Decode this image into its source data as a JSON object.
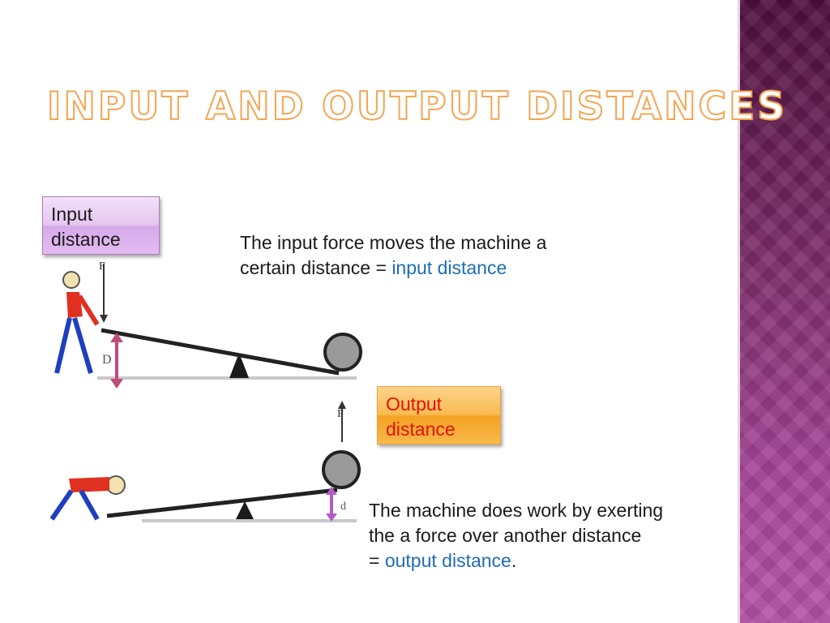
{
  "slide": {
    "title": "Input and Output Distances"
  },
  "callouts": {
    "input": {
      "line1": "Input",
      "line2": "distance"
    },
    "output": {
      "line1": "Output",
      "line2": "distance"
    }
  },
  "paragraph1": {
    "line1": "The input force moves the machine a",
    "line2_prefix": "certain distance = ",
    "highlight": "input distance"
  },
  "paragraph2": {
    "line1": "The machine does work by exerting",
    "line2": "the a force over another distance",
    "line3_prefix": "= ",
    "highlight": "output distance",
    "line3_suffix": "."
  },
  "figure_labels": {
    "force_top": "F",
    "distance_top": "D",
    "force_bottom": "F",
    "distance_bottom": "d"
  },
  "colors": {
    "panel_top": "#4e0f3c",
    "panel_bottom": "#b654a6",
    "title_outline": "#f2a654",
    "highlight_text": "#1e6db4",
    "output_text": "#e3120b",
    "arrow_input": "#c04a78",
    "arrow_output": "#b35ac8"
  }
}
